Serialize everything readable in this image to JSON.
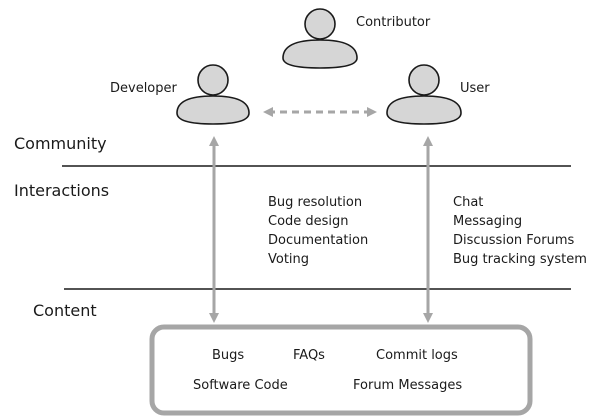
{
  "roles": {
    "contributor": "Contributor",
    "developer": "Developer",
    "user": "User"
  },
  "sections": {
    "community": "Community",
    "interactions": "Interactions",
    "content": "Content"
  },
  "developer_interactions": [
    "Bug resolution",
    "Code design",
    "Documentation",
    "Voting"
  ],
  "user_interactions": [
    "Chat",
    "Messaging",
    "Discussion Forums",
    "Bug tracking system"
  ],
  "content_items": {
    "bugs": "Bugs",
    "faqs": "FAQs",
    "commit_logs": "Commit logs",
    "software_code": "Software Code",
    "forum_messages": "Forum Messages"
  },
  "colors": {
    "person_fill": "#d6d6d6",
    "outline": "#1a1a1a",
    "arrow": "#a6a6a6",
    "content_box": "#a6a6a6"
  },
  "icons": [
    "person-icon",
    "double-arrow",
    "dashed-double-arrow"
  ]
}
